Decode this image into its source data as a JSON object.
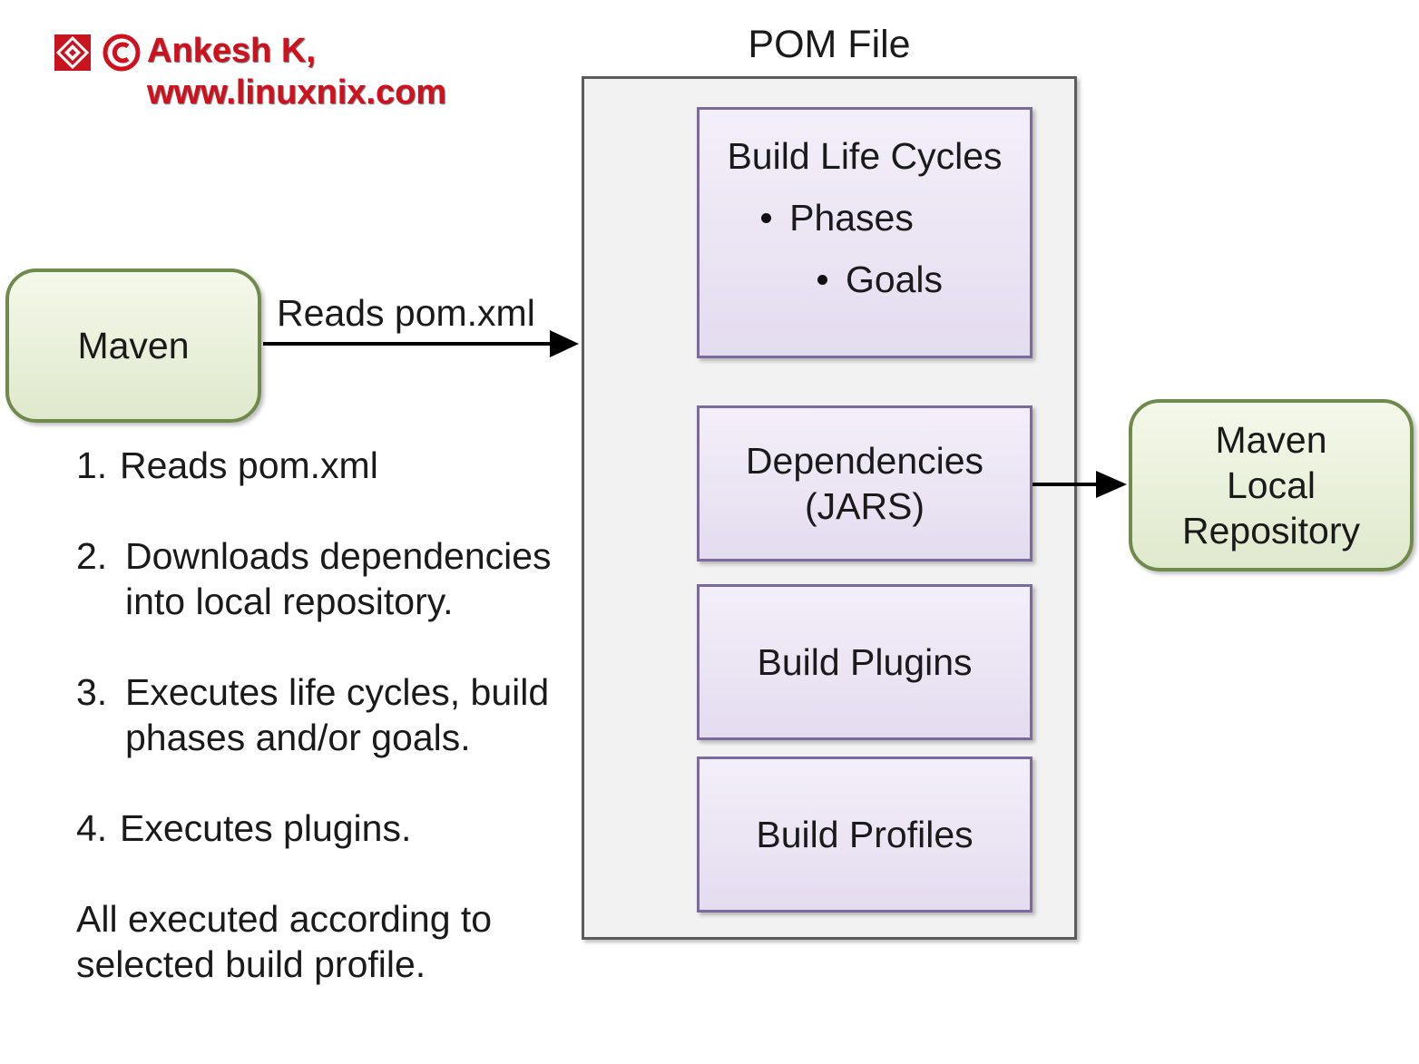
{
  "watermark": {
    "copyright_symbol": "©",
    "author": "Ankesh K,",
    "site": "www.linuxnix.com",
    "color": "#d0101c"
  },
  "pom": {
    "title": "POM File",
    "life_cycles": {
      "heading": "Build Life Cycles",
      "bullets": [
        "Phases",
        "Goals"
      ]
    },
    "dependencies": [
      "Dependencies",
      "(JARS)"
    ],
    "plugins": "Build Plugins",
    "profiles": "Build Profiles"
  },
  "maven_node": {
    "label": "Maven"
  },
  "repo_node": {
    "lines": [
      "Maven",
      "Local",
      "Repository"
    ]
  },
  "edges": [
    {
      "from": "Maven",
      "to": "POM File",
      "label": "Reads pom.xml"
    },
    {
      "from": "Dependencies (JARS)",
      "to": "Maven Local Repository",
      "label": ""
    }
  ],
  "steps": [
    {
      "num": "1.",
      "text": "Reads pom.xml"
    },
    {
      "num": "2.",
      "text": "Downloads dependencies into local repository."
    },
    {
      "num": "3.",
      "text": "Executes life cycles, build phases and/or goals."
    },
    {
      "num": "4.",
      "text": "Executes plugins."
    }
  ],
  "footer_note": "All executed according to selected build profile.",
  "colors": {
    "green_border": "#6f8a4a",
    "green_fill": "#e8efd9",
    "purple_border": "#7d6a9d",
    "purple_fill": "#ebe5f4",
    "pom_fill": "#f2f2f2",
    "pom_border": "#5c5c5c"
  }
}
